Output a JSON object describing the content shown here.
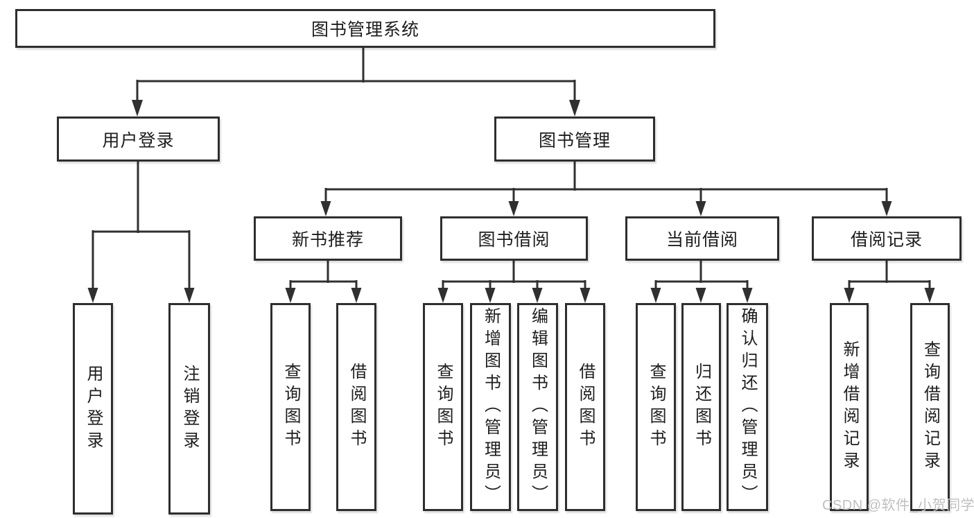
{
  "tree": {
    "label": "图书管理系统",
    "children": [
      {
        "label": "用户登录",
        "children": [
          {
            "label": "用户登录"
          },
          {
            "label": "注销登录"
          }
        ]
      },
      {
        "label": "图书管理",
        "children": [
          {
            "label": "新书推荐",
            "children": [
              {
                "label": "查询图书"
              },
              {
                "label": "借阅图书"
              }
            ]
          },
          {
            "label": "图书借阅",
            "children": [
              {
                "label": "查询图书"
              },
              {
                "label": "新增图书（管理员）"
              },
              {
                "label": "编辑图书（管理员）"
              },
              {
                "label": "借阅图书"
              }
            ]
          },
          {
            "label": "当前借阅",
            "children": [
              {
                "label": "查询图书"
              },
              {
                "label": "归还图书"
              },
              {
                "label": "确认归还（管理员）"
              }
            ]
          },
          {
            "label": "借阅记录",
            "children": [
              {
                "label": "新增借阅记录"
              },
              {
                "label": "查询借阅记录"
              }
            ]
          }
        ]
      }
    ]
  },
  "watermark": {
    "text": "CSDN @软件_小贺同学"
  },
  "colors": {
    "line": "#303030",
    "box_border": "#2e2e2e",
    "text": "#1d1d1d",
    "watermark": "#bfbfbf",
    "background": "#ffffff"
  }
}
